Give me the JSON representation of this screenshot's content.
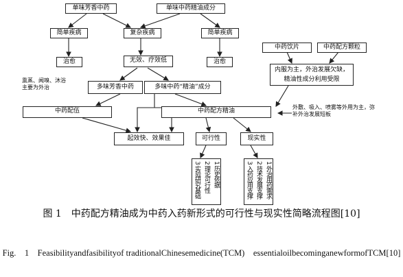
{
  "diagram": {
    "nodes": {
      "single_aromatic": "单味芳香中药",
      "single_oil": "单味中药精油成分",
      "simple_1": "简单疾病",
      "complex": "复杂疾病",
      "simple_2": "简单疾病",
      "cure_1": "治愈",
      "ineffective": "无效、疗效低",
      "cure_2": "治愈",
      "multi_aromatic": "多味芳香中药",
      "multi_oil": "多味中药“精油”成分",
      "decoction_pieces": "中药饮片",
      "granules": "中药配方颗粒",
      "internal": "内服为主，外治发展欠缺，精油性成分利用受限",
      "tcm_compat": "中药配伍",
      "tcm_oil": "中药配方精油",
      "quick_effect": "起效快、效果佳",
      "feasibility": "可行性",
      "reality": "现实性"
    },
    "side_labels": {
      "fumigation": "熏蒸、闻嗅、沐浴主要为外治",
      "external_use": "外敷、吸入、喷雾等外用为主，弥补外治发展短板"
    },
    "feasibility_items": [
      "1 历史依据",
      "2 理论可行性",
      "3 实验研究基础"
    ],
    "reality_items": [
      "1 外治用药需求",
      "2 技术发展支撑",
      "3 入药应用支撑"
    ]
  },
  "caption": {
    "cn": "图 1　中药配方精油成为中药入药新形式的可行性与现实性简略流程图[10]",
    "en": "Fig.　1　Feasibilityandfasibilityof traditionalChinesemedicine(TCM)　essentialoilbecominganewformofTCM[10]"
  }
}
